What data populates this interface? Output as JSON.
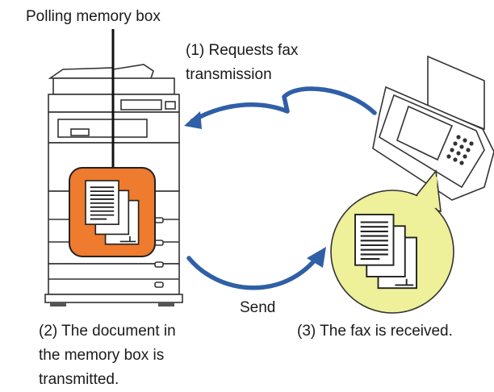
{
  "diagram": {
    "polling_label": "Polling memory box",
    "step1": [
      "(1) Requests fax",
      "transmission"
    ],
    "step2": [
      "(2) The document in",
      "the memory box is",
      "transmitted."
    ],
    "step3": "(3) The fax is received.",
    "send_label": "Send"
  },
  "colors": {
    "accent_orange": "#ee7b2e",
    "arrow_blue": "#2f5fa6",
    "bubble_yellow": "#eef09a"
  },
  "icons": [
    "mfp-printer-icon",
    "fax-machine-icon",
    "document-stack-icon"
  ]
}
